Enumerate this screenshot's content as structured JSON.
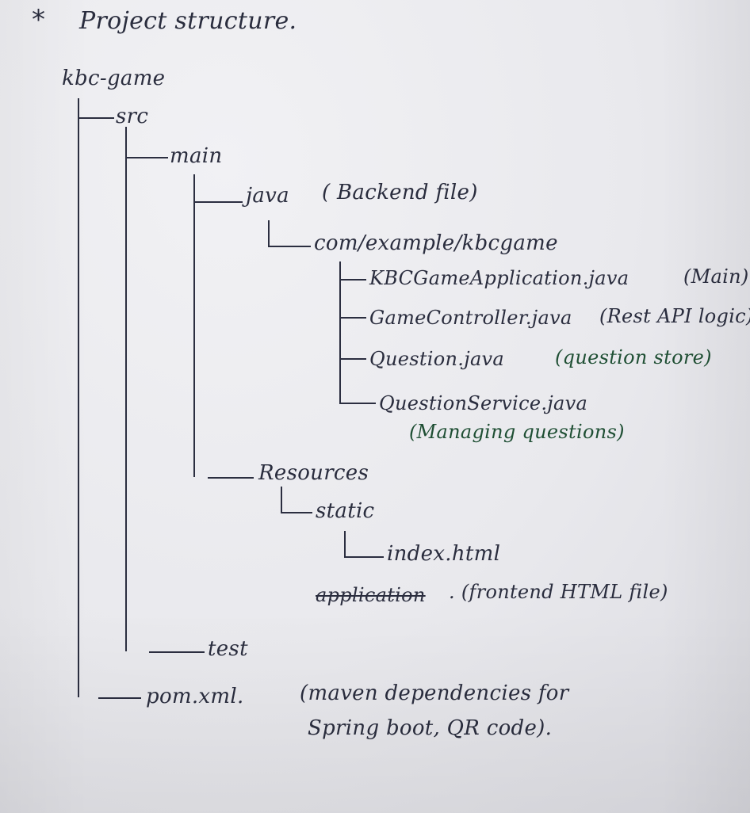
{
  "heading": {
    "bullet": "*",
    "title": "Project structure."
  },
  "tree": {
    "root": "kbc-game",
    "src": "src",
    "main": "main",
    "java": {
      "name": "java",
      "note": "( Backend file)"
    },
    "package": "com/example/kbcgame",
    "files": [
      {
        "name": "KBCGameApplication.java",
        "note": "(Main)"
      },
      {
        "name": "GameController.java",
        "note": "(Rest API logic)"
      },
      {
        "name": "Question.java",
        "note": "(question store)"
      },
      {
        "name": "QuestionService.java",
        "note": "(Managing questions)"
      }
    ],
    "resources": "Resources",
    "static": "static",
    "index": "index.html",
    "crossed_out": "application",
    "index_note": ". (frontend HTML file)",
    "test": "test",
    "pom": "pom.xml.",
    "pom_note_line1": "(maven dependencies for",
    "pom_note_line2": "Spring boot, QR code)."
  }
}
